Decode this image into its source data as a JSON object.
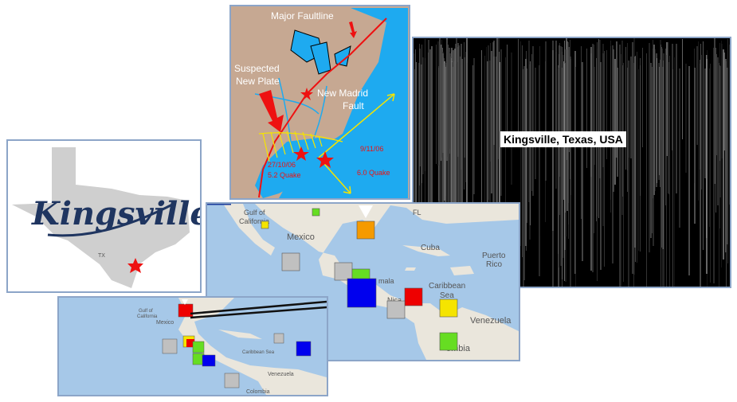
{
  "fault_map": {
    "label_major": "Major Faultline",
    "label_plate_1": "Suspected",
    "label_plate_2": "New Plate",
    "label_madrid_1": "New Madrid",
    "label_madrid_2": "Fault",
    "quake_1_date": "27/10/06",
    "quake_1_mag": "5.2 Quake",
    "quake_2_date": "9/11/06",
    "quake_2_mag": "6.0 Quake"
  },
  "kingsville_map": {
    "logo_text": "Kingsville",
    "state_abbr": "TX"
  },
  "noise_panel": {
    "caption": "Kingsville, Texas, USA"
  },
  "map_big": {
    "labels": {
      "gulf_1": "Gulf of",
      "gulf_2": "California",
      "mexico": "Mexico",
      "fl": "FL",
      "cuba": "Cuba",
      "puerto_1": "Puerto",
      "puerto_2": "Rico",
      "caribbean_1": "Caribbean",
      "caribbean_2": "Sea",
      "venezuela": "Venezuela",
      "colombia": "ombia",
      "nica": "Nica",
      "mala": "mala"
    },
    "markers": [
      {
        "color": "#c0c0c0",
        "size": "medium"
      },
      {
        "color": "#f5e400",
        "size": "small"
      },
      {
        "color": "#66dd22",
        "size": "small"
      },
      {
        "color": "#f59a00",
        "size": "medium"
      },
      {
        "color": "#c0c0c0",
        "size": "medium"
      },
      {
        "color": "#66dd22",
        "size": "medium"
      },
      {
        "color": "#0000ee",
        "size": "large"
      },
      {
        "color": "#ee0000",
        "size": "medium"
      },
      {
        "color": "#c0c0c0",
        "size": "medium"
      },
      {
        "color": "#f5e400",
        "size": "medium"
      },
      {
        "color": "#66dd22",
        "size": "medium"
      }
    ]
  },
  "map_small": {
    "labels": {
      "gulf_1": "Gulf of",
      "gulf_2": "California",
      "mexico": "Mexico",
      "caribbean_1": "Caribbean Sea",
      "venezuela": "Venezuela",
      "colombia": "Colombia"
    }
  },
  "colors": {
    "fault_water": "#1eaaf0",
    "fault_land": "#c6a892",
    "quake_star": "#ee1111",
    "panel_border": "#8ca5c8",
    "texas_gray": "#cfcfcf",
    "logo_navy": "#1f3560",
    "map_water": "#a6c8e8",
    "map_land": "#eae6dc"
  }
}
